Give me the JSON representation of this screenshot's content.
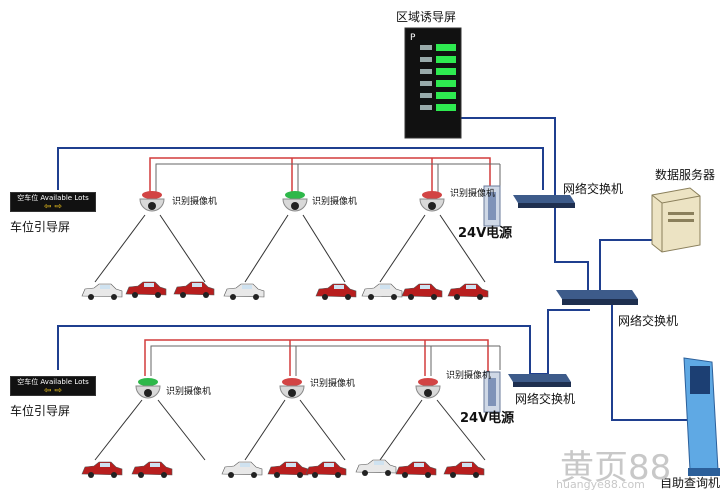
{
  "labels": {
    "zone_screen": "区域诱导屏",
    "network_switch": "网络交换机",
    "data_server": "数据服务器",
    "space_guide_screen": "车位引导屏",
    "camera": "识别摄像机",
    "power_24v": "24V电源",
    "kiosk": "自助查询机"
  },
  "guide_sign": {
    "text": "空车位 Available Lots",
    "arrows": "⇦ ⇨"
  },
  "watermark": {
    "main": "黄页88",
    "sub": "huangye88.com"
  },
  "colors": {
    "network_line": "#1f3f8f",
    "power_line": "#d23c3c",
    "car_red": "#b81e1e",
    "car_white": "#e8e8e8"
  }
}
